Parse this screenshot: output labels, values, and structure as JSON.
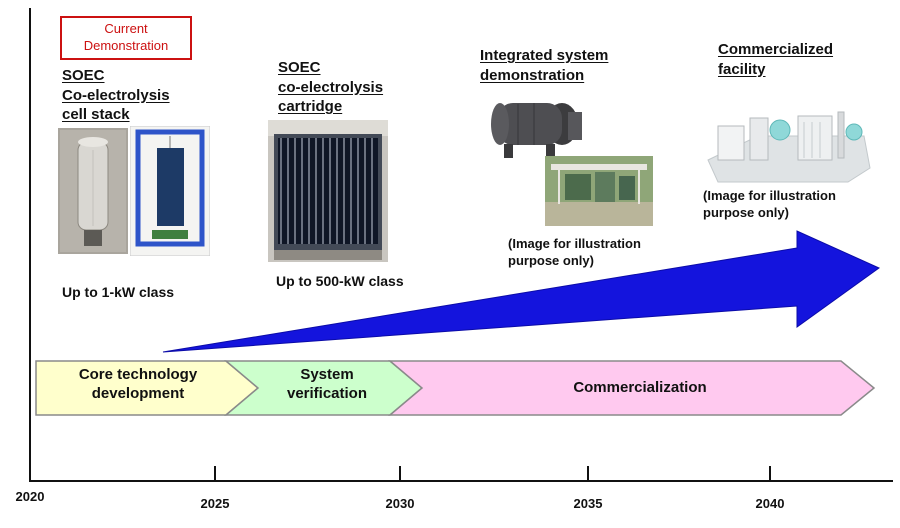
{
  "annotation": {
    "current_demo": "Current\nDemonstration"
  },
  "stages": [
    {
      "title": "SOEC\nCo-electrolysis\ncell stack",
      "caption": "Up to 1-kW class"
    },
    {
      "title": "SOEC\nco-electrolysis\ncartridge",
      "caption": "Up to 500-kW class"
    },
    {
      "title": "Integrated system\ndemonstration",
      "caption": "(Image for illustration\npurpose only)"
    },
    {
      "title": "Commercialized\nfacility",
      "caption": "(Image for illustration\npurpose only)"
    }
  ],
  "phases": [
    {
      "label": "Core technology\ndevelopment",
      "color": "#ffffcc"
    },
    {
      "label": "System\nverification",
      "color": "#ccffcc"
    },
    {
      "label": "Commercialization",
      "color": "#ffc9ef"
    }
  ],
  "timeline": {
    "years": [
      "2020",
      "2025",
      "2030",
      "2035",
      "2040"
    ]
  },
  "colors": {
    "arrow": "#1414dd",
    "annotation_red": "#cc1111",
    "banner_border": "#8a8a8a",
    "axis": "#111111"
  }
}
